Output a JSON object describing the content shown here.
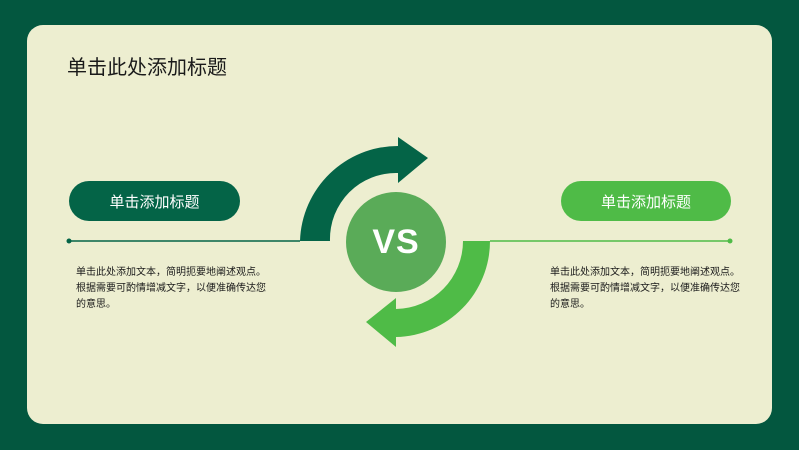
{
  "slide": {
    "title": "单击此处添加标题"
  },
  "left": {
    "heading": "单击添加标题",
    "body": "单击此处添加文本，简明扼要地阐述观点。根据需要可酌情增减文字，以便准确传达您的意思。"
  },
  "right": {
    "heading": "单击添加标题",
    "body": "单击此处添加文本，简明扼要地阐述观点。根据需要可酌情增减文字，以便准确传达您的意思。"
  },
  "center": {
    "label": "VS"
  },
  "colors": {
    "frame": "#03573f",
    "background": "#edeed0",
    "dark_green": "#046447",
    "light_green": "#4fbb47",
    "circle_green": "#5aab58"
  }
}
